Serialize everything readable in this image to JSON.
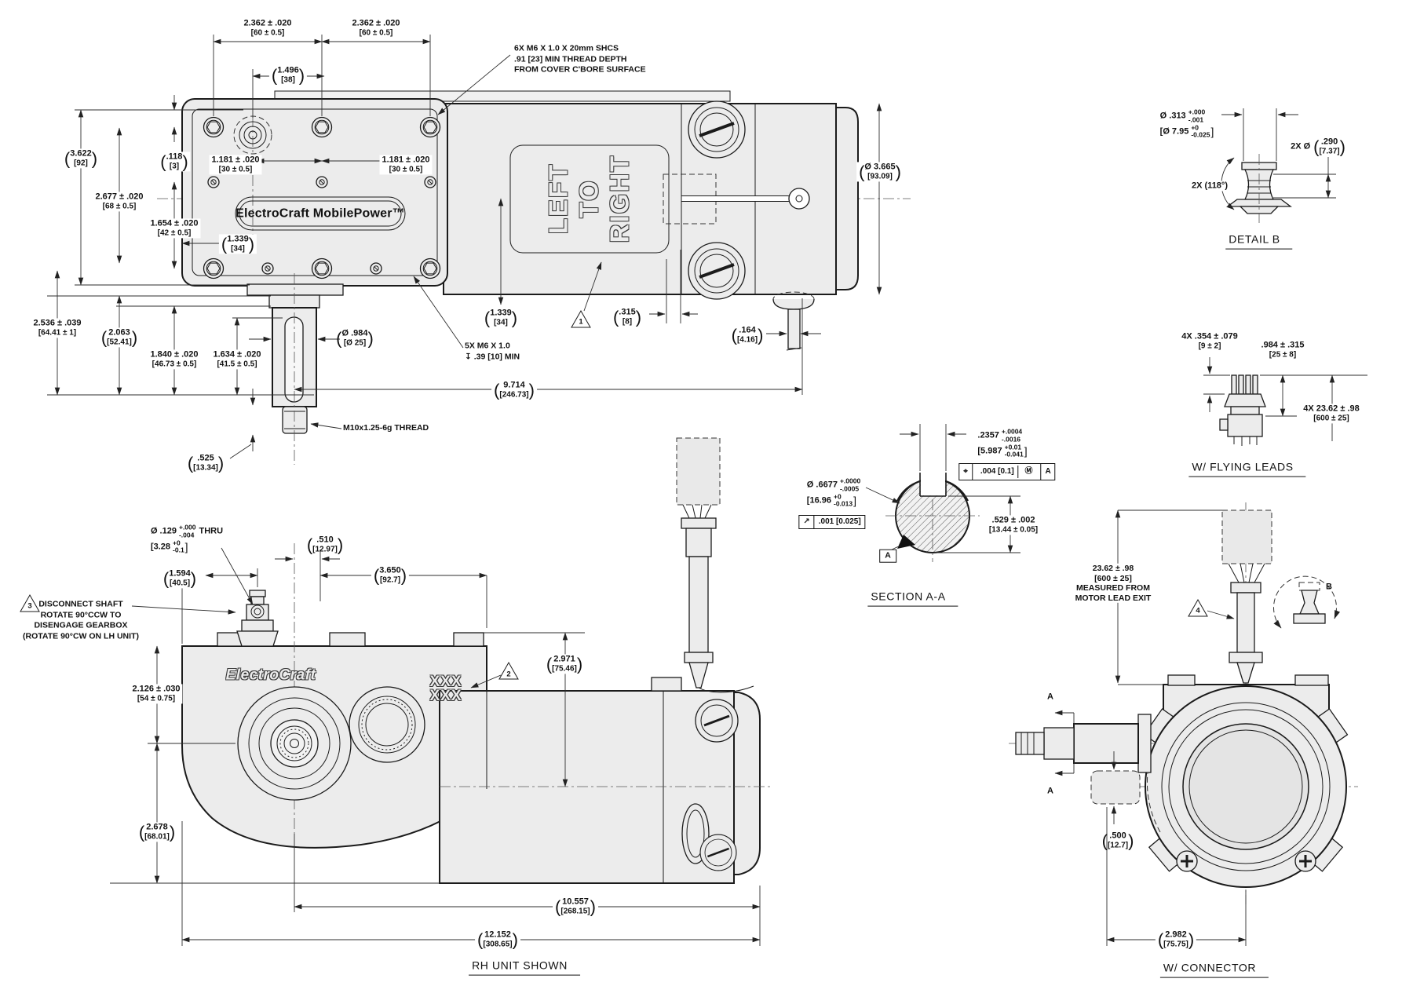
{
  "headings": {
    "detail_b": "DETAIL  B",
    "section_aa": "SECTION A-A",
    "flying_leads": "W/ FLYING LEADS",
    "connector": "W/ CONNECTOR",
    "rh_unit": "RH UNIT SHOWN"
  },
  "branding": {
    "badge": "ElectroCraft MobilePower™",
    "logo": "ElectroCraft",
    "engraving": [
      "LEFT",
      "TO",
      "RIGHT"
    ],
    "serial_placeholder": [
      "XXX",
      "XXX"
    ]
  },
  "flags": {
    "f1": "1",
    "f2": "2",
    "f3": "3",
    "f4": "4"
  },
  "letters": {
    "section_top": "A",
    "section_bottom": "A",
    "rotation": "B",
    "datum": "A"
  },
  "top_view": {
    "d2362_left": {
      "a": "2.362 ± .020",
      "b": "[60 ± 0.5]"
    },
    "d2362_right": {
      "a": "2.362 ± .020",
      "b": "[60 ± 0.5]"
    },
    "d1496": {
      "a": "1.496",
      "b": "[38]"
    },
    "d3622": {
      "a": "3.622",
      "b": "[92]"
    },
    "d118": {
      "a": ".118",
      "b": "[3]"
    },
    "d2677": {
      "a": "2.677 ± .020",
      "b": "[68 ± 0.5]"
    },
    "d1654": {
      "a": "1.654 ± .020",
      "b": "[42 ± 0.5]"
    },
    "d1181_left": {
      "a": "1.181 ± .020",
      "b": "[30 ± 0.5]"
    },
    "d1181_right": {
      "a": "1.181 ± .020",
      "b": "[30 ± 0.5]"
    },
    "d1339_left": {
      "a": "1.339",
      "b": "[34]"
    },
    "d1339_right": {
      "a": "1.339",
      "b": "[34]"
    },
    "d2536": {
      "a": "2.536 ± .039",
      "b": "[64.41 ± 1]"
    },
    "d2063": {
      "a": "2.063",
      "b": "[52.41]"
    },
    "d1840": {
      "a": "1.840 ± .020",
      "b": "[46.73 ± 0.5]"
    },
    "d1634": {
      "a": "1.634 ± .020",
      "b": "[41.5 ± 0.5]"
    },
    "d984": {
      "a": "Ø .984",
      "b": "[Ø 25]"
    },
    "d9714": {
      "a": "9.714",
      "b": "[246.73]"
    },
    "d525": {
      "a": ".525",
      "b": "[13.34]"
    },
    "d315": {
      "a": ".315",
      "b": "[8]"
    },
    "d164": {
      "a": ".164",
      "b": "[4.16]"
    },
    "d3665": {
      "a": "Ø 3.665",
      "b": "[93.09]"
    },
    "note_shcs": [
      "6X M6 X 1.0 X 20mm SHCS",
      ".91 [23] MIN THREAD DEPTH",
      "FROM COVER C'BORE SURFACE"
    ],
    "note_5x": [
      "5X M6 X 1.0",
      "↧ .39 [10] MIN"
    ],
    "note_thread": "M10x1.25-6g THREAD"
  },
  "detail_b": {
    "dia": {
      "main": "Ø .313",
      "up": "+.000",
      "dn": "-.001",
      "mm": "[Ø 7.95",
      "mm_up": "+0",
      "mm_dn": "-0.025",
      "end": "]"
    },
    "d290": {
      "pre": "2X  Ø",
      "a": ".290",
      "b": "[7.37]"
    },
    "angle": "2X (118°)"
  },
  "flying_leads": {
    "d354": {
      "a": "4X .354 ± .079",
      "b": "[9 ± 2]"
    },
    "d984": {
      "a": ".984 ± .315",
      "b": "[25 ± 8]"
    },
    "d2362": {
      "a": "4X 23.62 ± .98",
      "b": "[600 ± 25]"
    }
  },
  "section_aa": {
    "key": {
      "main": ".2357",
      "up": "+.0004",
      "dn": "-.0016",
      "mm": "[5.987",
      "mm_up": "+0.01",
      "mm_dn": "-0.041",
      "end": "]"
    },
    "dia": {
      "main": "Ø .6677",
      "up": "+.0000",
      "dn": "-.0005",
      "mm": "[16.96",
      "mm_up": "+0",
      "mm_dn": "-0.013",
      "end": "]"
    },
    "pos_frame": {
      "sym": "⌖",
      "val": ".004 [0.1]",
      "mod": "Ⓜ",
      "datum": "A"
    },
    "runout_frame": {
      "sym": "↗",
      "val": ".001 [0.025]"
    },
    "d529": {
      "a": ".529 ± .002",
      "b": "[13.44 ± 0.05]"
    }
  },
  "bottom_view": {
    "thru": {
      "main": "Ø .129",
      "up": "+.000",
      "dn": "-.004",
      "suffix": "THRU",
      "mm": "[3.28",
      "mm_up": "+0",
      "mm_dn": "-0.1",
      "end": "]"
    },
    "d510": {
      "a": ".510",
      "b": "[12.97]"
    },
    "d1594": {
      "a": "1.594",
      "b": "[40.5]"
    },
    "d3650": {
      "a": "3.650",
      "b": "[92.7]"
    },
    "d2126": {
      "a": "2.126 ± .030",
      "b": "[54 ± 0.75]"
    },
    "d2678": {
      "a": "2.678",
      "b": "[68.01]"
    },
    "d2971": {
      "a": "2.971",
      "b": "[75.46]"
    },
    "d10557": {
      "a": "10.557",
      "b": "[268.15]"
    },
    "d12152": {
      "a": "12.152",
      "b": "[308.65]"
    },
    "note_disconnect": [
      "DISCONNECT SHAFT",
      "ROTATE 90°CCW TO",
      "DISENGAGE GEARBOX",
      "(ROTATE 90°CW ON LH UNIT)"
    ]
  },
  "connector_view": {
    "d2362": {
      "a": "23.62 ± .98",
      "b": "[600 ± 25]",
      "c": "MEASURED FROM",
      "d": "MOTOR LEAD EXIT"
    },
    "d500": {
      "a": ".500",
      "b": "[12.7]"
    },
    "d2982": {
      "a": "2.982",
      "b": "[75.75]"
    }
  }
}
